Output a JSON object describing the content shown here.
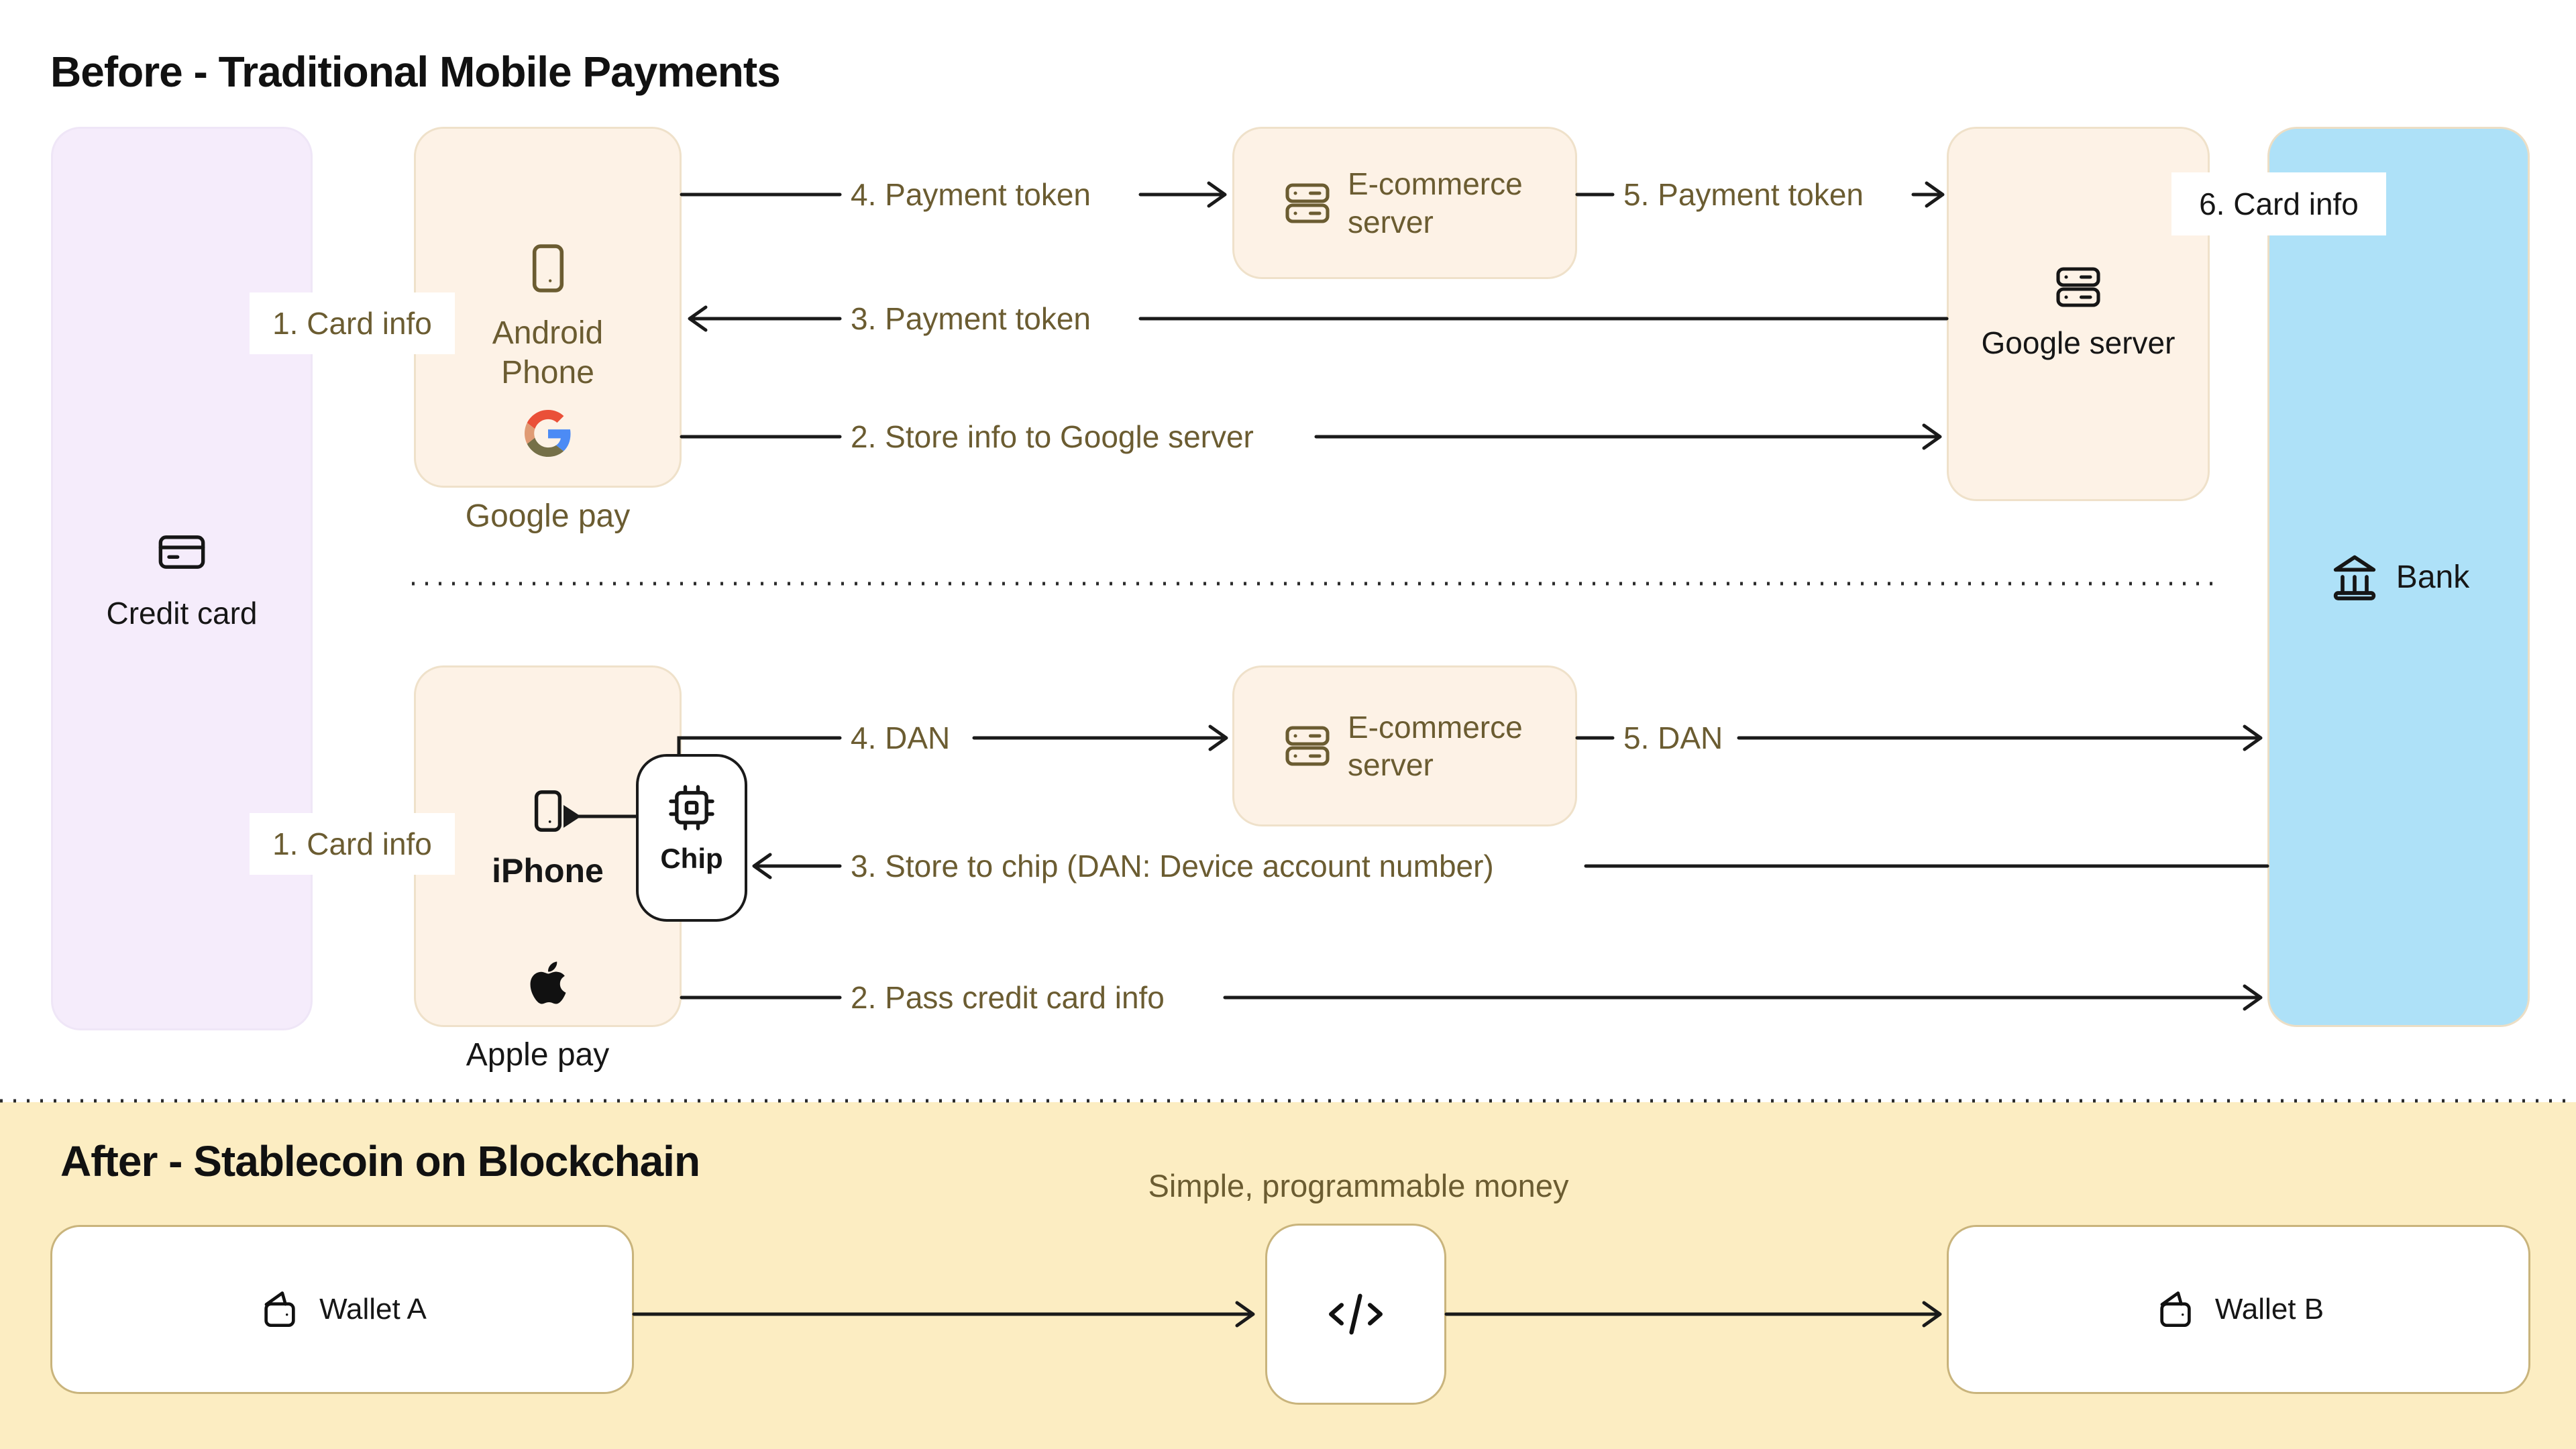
{
  "colors": {
    "background_top": "#ffffff",
    "background_bottom": "#fcedc2",
    "cream_box": "#fdf2e6",
    "lavender_box": "#f5ecfb",
    "blue_box": "#aee1f8",
    "white_box_border": "#c9b47c",
    "olive_text": "#6b5c31",
    "dark_text": "#161616",
    "wire": "#1a1a1a",
    "google_g_red": "#ea5038",
    "google_g_blue": "#4c8bf5",
    "google_g_olive": "#757048",
    "google_g_salmon": "#e09b74"
  },
  "before": {
    "title": "Before - Traditional Mobile Payments",
    "credit_card_label": "Credit card",
    "bank_label": "Bank",
    "google_flow": {
      "device_label": "Android Phone",
      "pay_label": "Google pay",
      "ecommerce_label": "E-commerce server",
      "server_label": "Google server",
      "step1": "1. Card info",
      "step2": "2. Store info to Google server",
      "step3": "3. Payment token",
      "step4": "4. Payment token",
      "step5": "5. Payment token",
      "step6": "6. Card info"
    },
    "apple_flow": {
      "device_label": "iPhone",
      "chip_label": "Chip",
      "pay_label": "Apple pay",
      "ecommerce_label": "E-commerce server",
      "step1": "1. Card info",
      "step2": "2. Pass credit card info",
      "step3": "3. Store to chip (DAN: Device account number)",
      "step4": "4. DAN",
      "step5": "5. DAN"
    }
  },
  "after": {
    "title": "After - Stablecoin on Blockchain",
    "subtitle": "Simple, programmable money",
    "wallet_a_label": "Wallet A",
    "wallet_b_label": "Wallet B"
  },
  "icons": {
    "credit_card": "credit-card-icon",
    "android_device": "smartphone-icon",
    "google_logo": "google-g-icon",
    "ecommerce_server": "server-icon",
    "google_server": "server-icon",
    "bank": "bank-icon",
    "iphone_device": "smartphone-icon",
    "chip": "cpu-chip-icon",
    "apple_logo": "apple-icon",
    "wallet": "wallet-icon",
    "smart_contract": "code-icon"
  }
}
